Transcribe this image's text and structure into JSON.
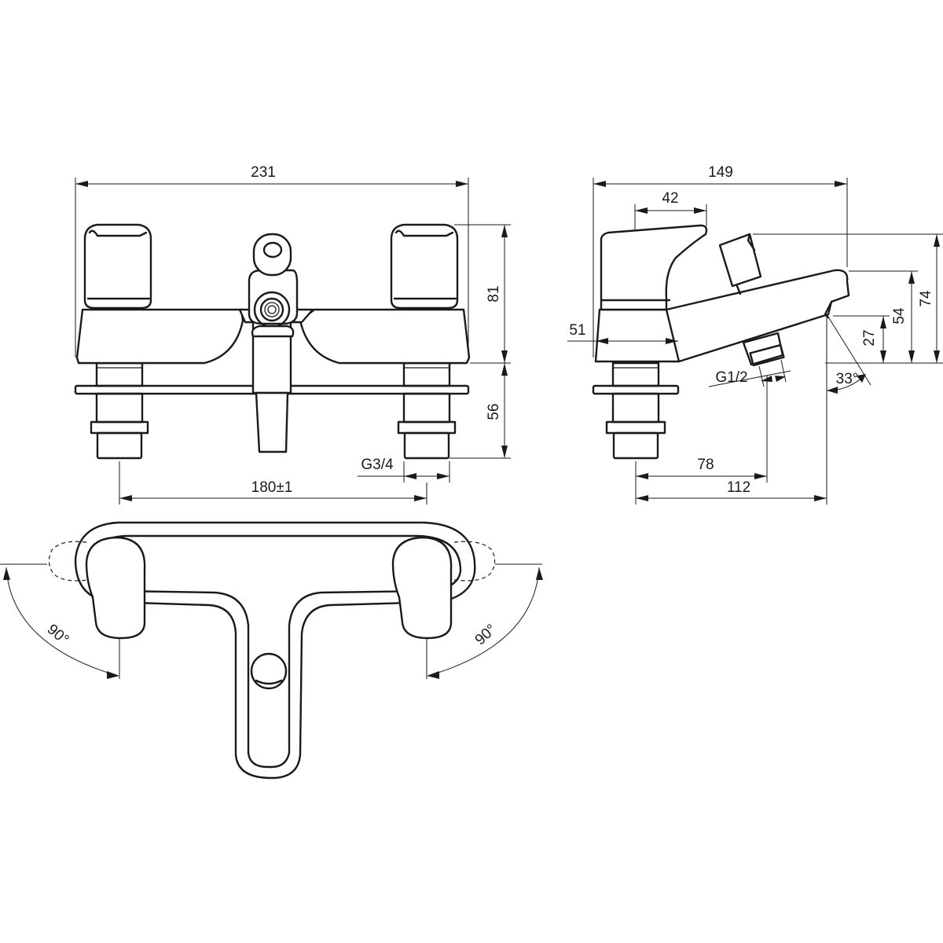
{
  "dimensions": {
    "front": {
      "overall_width": "231",
      "height_above_deck": "81",
      "height_below_deck": "56",
      "centres": "180±1",
      "inlet_thread": "G3/4"
    },
    "side": {
      "overall_depth": "149",
      "lever_length": "42",
      "body_depth": "51",
      "handset_height": "74",
      "spout_height": "54",
      "outlet_height": "27",
      "outlet_thread": "G1/2",
      "outlet_angle": "33°",
      "outlet_reach": "78",
      "spout_reach": "112"
    },
    "plan": {
      "left_rotation": "90°",
      "right_rotation": "90°"
    }
  }
}
